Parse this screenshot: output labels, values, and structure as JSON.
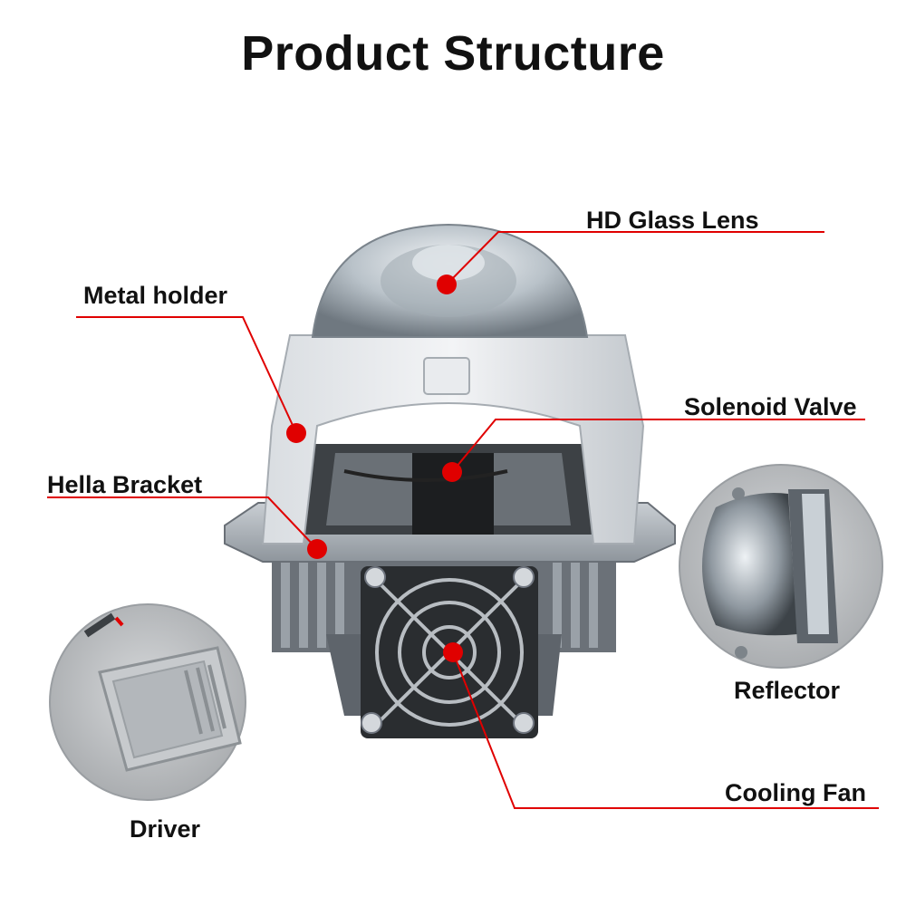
{
  "title": "Product Structure",
  "colors": {
    "accent": "#e00000",
    "text": "#111111",
    "background": "#ffffff"
  },
  "labels": {
    "hd_glass_lens": "HD Glass Lens",
    "metal_holder": "Metal holder",
    "solenoid_valve": "Solenoid Valve",
    "hella_bracket": "Hella  Bracket",
    "reflector": "Reflector",
    "cooling_fan": "Cooling Fan",
    "driver": "Driver"
  },
  "icons": [
    "headlight-projector-image",
    "reflector-closeup-image",
    "driver-module-image"
  ]
}
